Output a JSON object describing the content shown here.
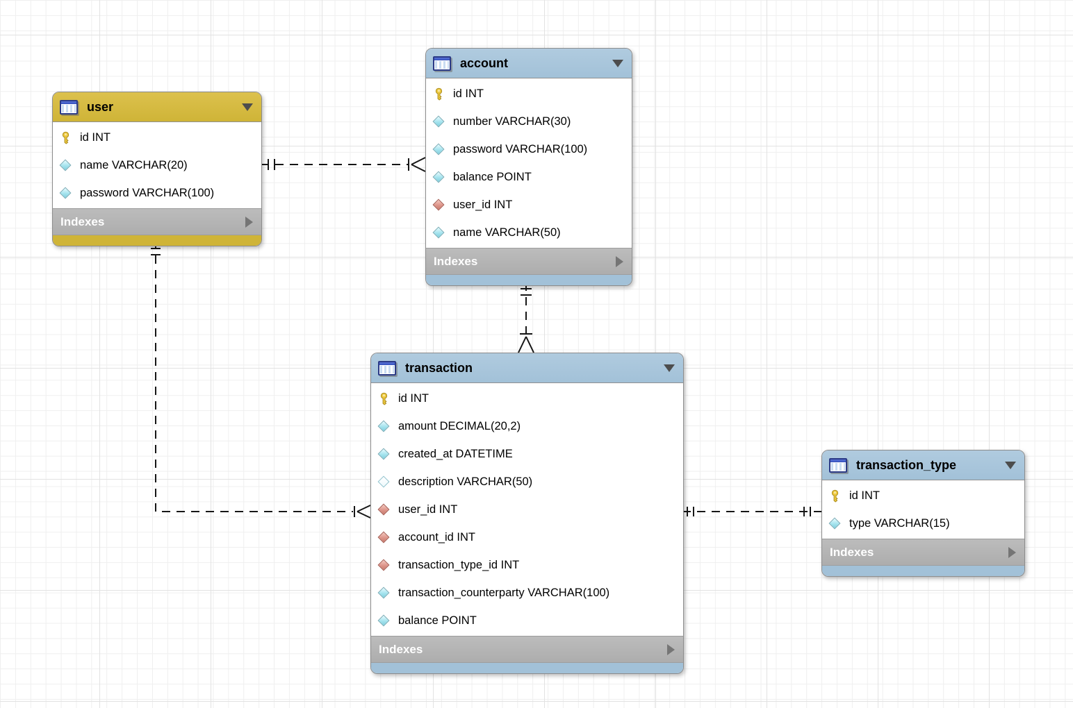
{
  "diagram": {
    "type": "eer-diagram",
    "grid": {
      "minor_color": "#efefef",
      "major_color": "#e2e2e2",
      "background": "#ffffff"
    }
  },
  "colors": {
    "table_header_yellow": "#cfb437",
    "table_header_blue": "#a2c1d8",
    "indexes_bar": "#b3b3b3",
    "table_border": "#8c8c8c",
    "connector_line": "#161616",
    "primary_key_icon": "#edc83f",
    "attribute_diamond": "#a5e3ee",
    "foreign_key_diamond": "#dd958a"
  },
  "tables": [
    {
      "name": "user",
      "header_style": "yellow",
      "indexes_label": "Indexes",
      "columns": [
        {
          "label": "id INT",
          "icon": "primary-key-icon"
        },
        {
          "label": "name VARCHAR(20)",
          "icon": "column-icon"
        },
        {
          "label": "password VARCHAR(100)",
          "icon": "column-icon"
        }
      ]
    },
    {
      "name": "account",
      "header_style": "blue",
      "indexes_label": "Indexes",
      "columns": [
        {
          "label": "id INT",
          "icon": "primary-key-icon"
        },
        {
          "label": "number VARCHAR(30)",
          "icon": "column-icon"
        },
        {
          "label": "password VARCHAR(100)",
          "icon": "column-icon"
        },
        {
          "label": "balance POINT",
          "icon": "column-icon"
        },
        {
          "label": "user_id INT",
          "icon": "foreign-key-icon"
        },
        {
          "label": "name VARCHAR(50)",
          "icon": "column-icon"
        }
      ]
    },
    {
      "name": "transaction",
      "header_style": "blue",
      "indexes_label": "Indexes",
      "columns": [
        {
          "label": "id INT",
          "icon": "primary-key-icon"
        },
        {
          "label": "amount DECIMAL(20,2)",
          "icon": "column-icon"
        },
        {
          "label": "created_at DATETIME",
          "icon": "column-icon"
        },
        {
          "label": "description VARCHAR(50)",
          "icon": "column-nullable-icon"
        },
        {
          "label": "user_id INT",
          "icon": "foreign-key-icon"
        },
        {
          "label": "account_id INT",
          "icon": "foreign-key-icon"
        },
        {
          "label": "transaction_type_id INT",
          "icon": "foreign-key-icon"
        },
        {
          "label": "transaction_counterparty VARCHAR(100)",
          "icon": "column-icon"
        },
        {
          "label": "balance POINT",
          "icon": "column-icon"
        }
      ]
    },
    {
      "name": "transaction_type",
      "header_style": "blue",
      "indexes_label": "Indexes",
      "columns": [
        {
          "label": "id INT",
          "icon": "primary-key-icon"
        },
        {
          "label": "type VARCHAR(15)",
          "icon": "column-icon"
        }
      ]
    }
  ],
  "relationships": [
    {
      "from_table": "user",
      "to_table": "account",
      "from_notation": "one-and-only-one",
      "to_notation": "many",
      "line_style": "dashed"
    },
    {
      "from_table": "account",
      "to_table": "transaction",
      "from_notation": "one-and-only-one",
      "to_notation": "many",
      "line_style": "dashed"
    },
    {
      "from_table": "user",
      "to_table": "transaction",
      "from_notation": "one-and-only-one",
      "to_notation": "many",
      "line_style": "dashed"
    },
    {
      "from_table": "transaction",
      "to_table": "transaction_type",
      "from_notation": "one-and-only-one",
      "to_notation": "one-and-only-one",
      "line_style": "dashed"
    }
  ]
}
